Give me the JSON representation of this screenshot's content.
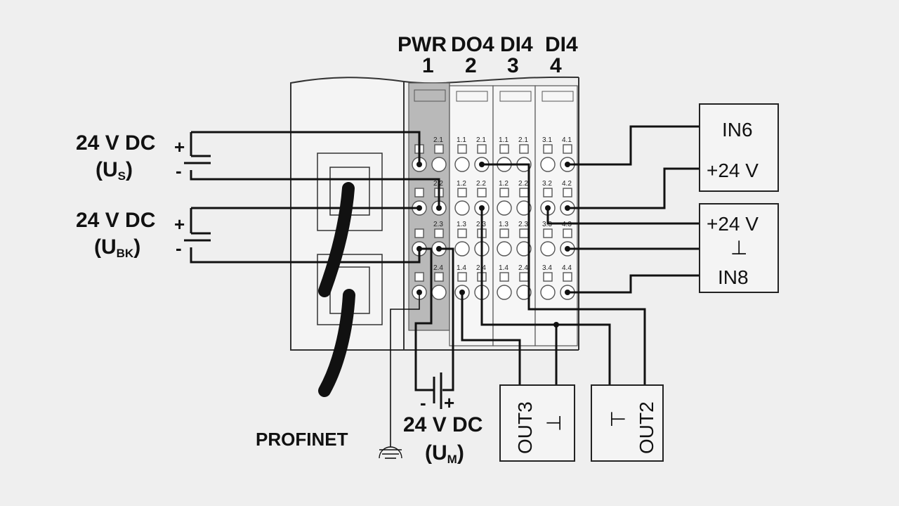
{
  "modules": [
    {
      "name": "PWR",
      "number": "1"
    },
    {
      "name": "DO4",
      "number": "2"
    },
    {
      "name": "DI4",
      "number": "3"
    },
    {
      "name": "DI4",
      "number": "4"
    }
  ],
  "supplies": {
    "us": {
      "voltage": "24 V DC",
      "label_main": "(U",
      "label_sub": "S",
      "label_end": ")"
    },
    "ubk": {
      "voltage": "24 V DC",
      "label_main": "(U",
      "label_sub": "BK",
      "label_end": ")"
    },
    "um": {
      "voltage": "24 V DC",
      "label_main": "(U",
      "label_sub": "M",
      "label_end": ")"
    }
  },
  "polarity": {
    "plus": "+",
    "minus": "-"
  },
  "terminal_labels": {
    "col_a": [
      "1.1",
      "1.2",
      "1.3",
      "1.4"
    ],
    "col_b": [
      "2.1",
      "2.2",
      "2.3",
      "2.4"
    ],
    "col_c": [
      "1.1",
      "1.2",
      "1.3",
      "1.4"
    ],
    "col_d": [
      "2.1",
      "2.2",
      "2.3",
      "2.4"
    ],
    "col_e": [
      "3.1",
      "3.2",
      "3.3",
      "3.4"
    ],
    "col_f": [
      "4.1",
      "4.2",
      "4.3",
      "4.4"
    ]
  },
  "devices": {
    "in6_box": {
      "line1": "IN6",
      "line2": "+24 V"
    },
    "in8_box": {
      "line1": "+24 V",
      "line2": "⊥",
      "line3": "IN8"
    },
    "out3": {
      "label": "OUT3",
      "ground": "⊥"
    },
    "out2": {
      "label": "OUT2",
      "ground": "⊥"
    }
  },
  "network_label": "PROFINET",
  "ground_symbol": "earth-ground-icon"
}
